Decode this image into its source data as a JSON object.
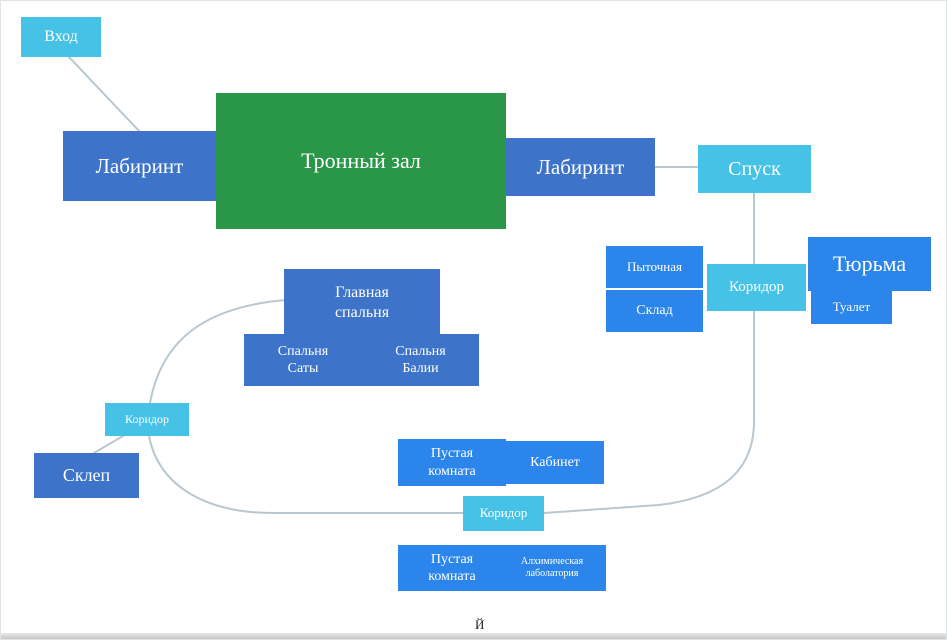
{
  "diagram": {
    "title_hint": "Dungeon room map (mind-map style diagram)",
    "nodes": {
      "entrance": {
        "label": "Вход"
      },
      "labyrinth_left": {
        "label": "Лабиринт"
      },
      "throne_hall": {
        "label": "Тронный зал"
      },
      "labyrinth_right": {
        "label": "Лабиринт"
      },
      "descent": {
        "label": "Спуск"
      },
      "torture_room": {
        "label": "Пыточная"
      },
      "warehouse": {
        "label": "Склад"
      },
      "corridor_right": {
        "label": "Коридор"
      },
      "prison": {
        "label": "Тюрьма"
      },
      "toilet": {
        "label": "Туалет"
      },
      "main_bedroom": {
        "label": "Главная спальня"
      },
      "bedroom_sata": {
        "label": "Спальня Саты"
      },
      "bedroom_balia": {
        "label": "Спальня Балии"
      },
      "corridor_left": {
        "label": "Коридор"
      },
      "crypt": {
        "label": "Склеп"
      },
      "empty_room_top": {
        "label": "Пустая комната"
      },
      "office": {
        "label": "Кабинет"
      },
      "corridor_center": {
        "label": "Коридор"
      },
      "empty_room_bottom": {
        "label": "Пустая комната"
      },
      "alchemy_lab": {
        "label": "Алхимическая лаболатория"
      }
    },
    "stray_glyph": "Й",
    "colors": {
      "cyan_node": "#45c2e6",
      "slate_blue_node": "#3d74c9",
      "bright_blue_node": "#2b85ea",
      "green_node": "#2a9648",
      "edge_line": "#b9c7cf",
      "text": "#ffffff",
      "background": "#ffffff"
    }
  }
}
